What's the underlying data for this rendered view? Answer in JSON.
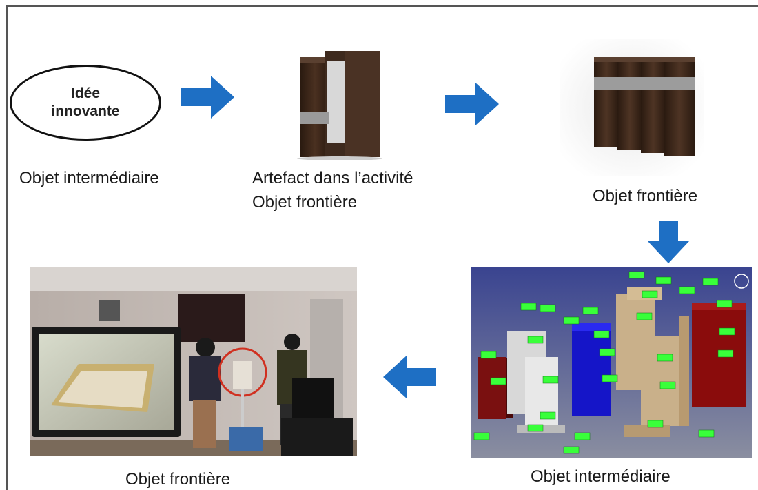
{
  "idea_bubble": {
    "line1": "Idée",
    "line2": "innovante"
  },
  "labels": {
    "stage1": "Objet intermédiaire",
    "stage2_line1": "Artefact dans l’activité",
    "stage2_line2": "Objet frontière",
    "stage3": "Objet frontière",
    "stage4": "Objet intermédiaire",
    "stage5": "Objet frontière"
  },
  "colors": {
    "arrow": "#1e6fc4",
    "binder": "#3e2a1e",
    "cad_background": "#3f4aa0",
    "note_tag": "#39ff3a"
  },
  "icons": [
    "arrow-right-icon",
    "arrow-right-icon",
    "arrow-down-icon",
    "arrow-left-icon"
  ]
}
